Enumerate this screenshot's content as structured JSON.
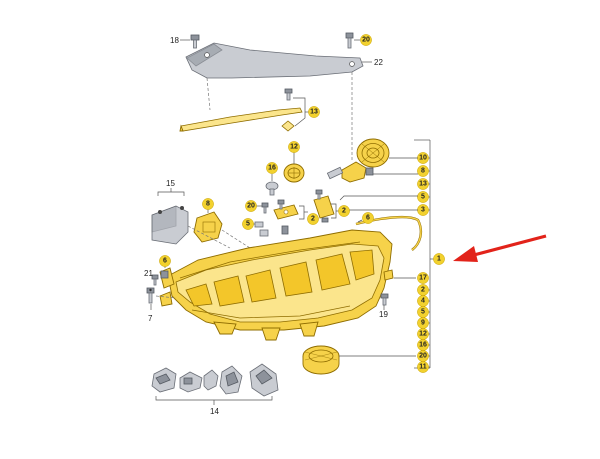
{
  "labels": {
    "n18": "18",
    "n20_top": "20",
    "n22": "22",
    "n13_mid": "13",
    "n12": "12",
    "n16": "16",
    "n15": "15",
    "n8": "8",
    "n20_left": "20",
    "n2_a": "2",
    "n2_b": "2",
    "n6_mid": "6",
    "n6_left": "6",
    "n21": "21",
    "n7": "7",
    "n19": "19",
    "n14": "14",
    "n1": "1",
    "n17": "17"
  },
  "callout_stack_top": [
    "10",
    "8",
    "13",
    "5",
    "3"
  ],
  "callout_stack_bottom": [
    "2",
    "4",
    "5",
    "9",
    "12",
    "16",
    "20",
    "11"
  ],
  "colors": {
    "bubble": "#f2d12e",
    "arrow": "#e2231a",
    "housing": "#f6d24a"
  }
}
